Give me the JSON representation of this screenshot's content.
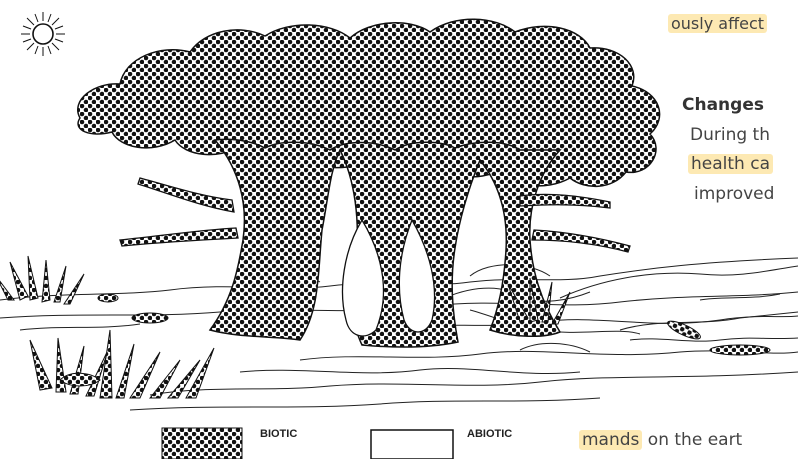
{
  "legend": {
    "biotic_label": "BIOTIC",
    "abiotic_label": "ABIOTIC"
  },
  "text_fragments": {
    "top_right": "ously affect",
    "heading": "Changes",
    "line1": "During th",
    "line2": "health ca",
    "line3": "improved",
    "bottom": "mands",
    "bottom_rest": " on the eart"
  },
  "colors": {
    "highlight": "#fde9b3",
    "ink": "#1a1a1a"
  }
}
